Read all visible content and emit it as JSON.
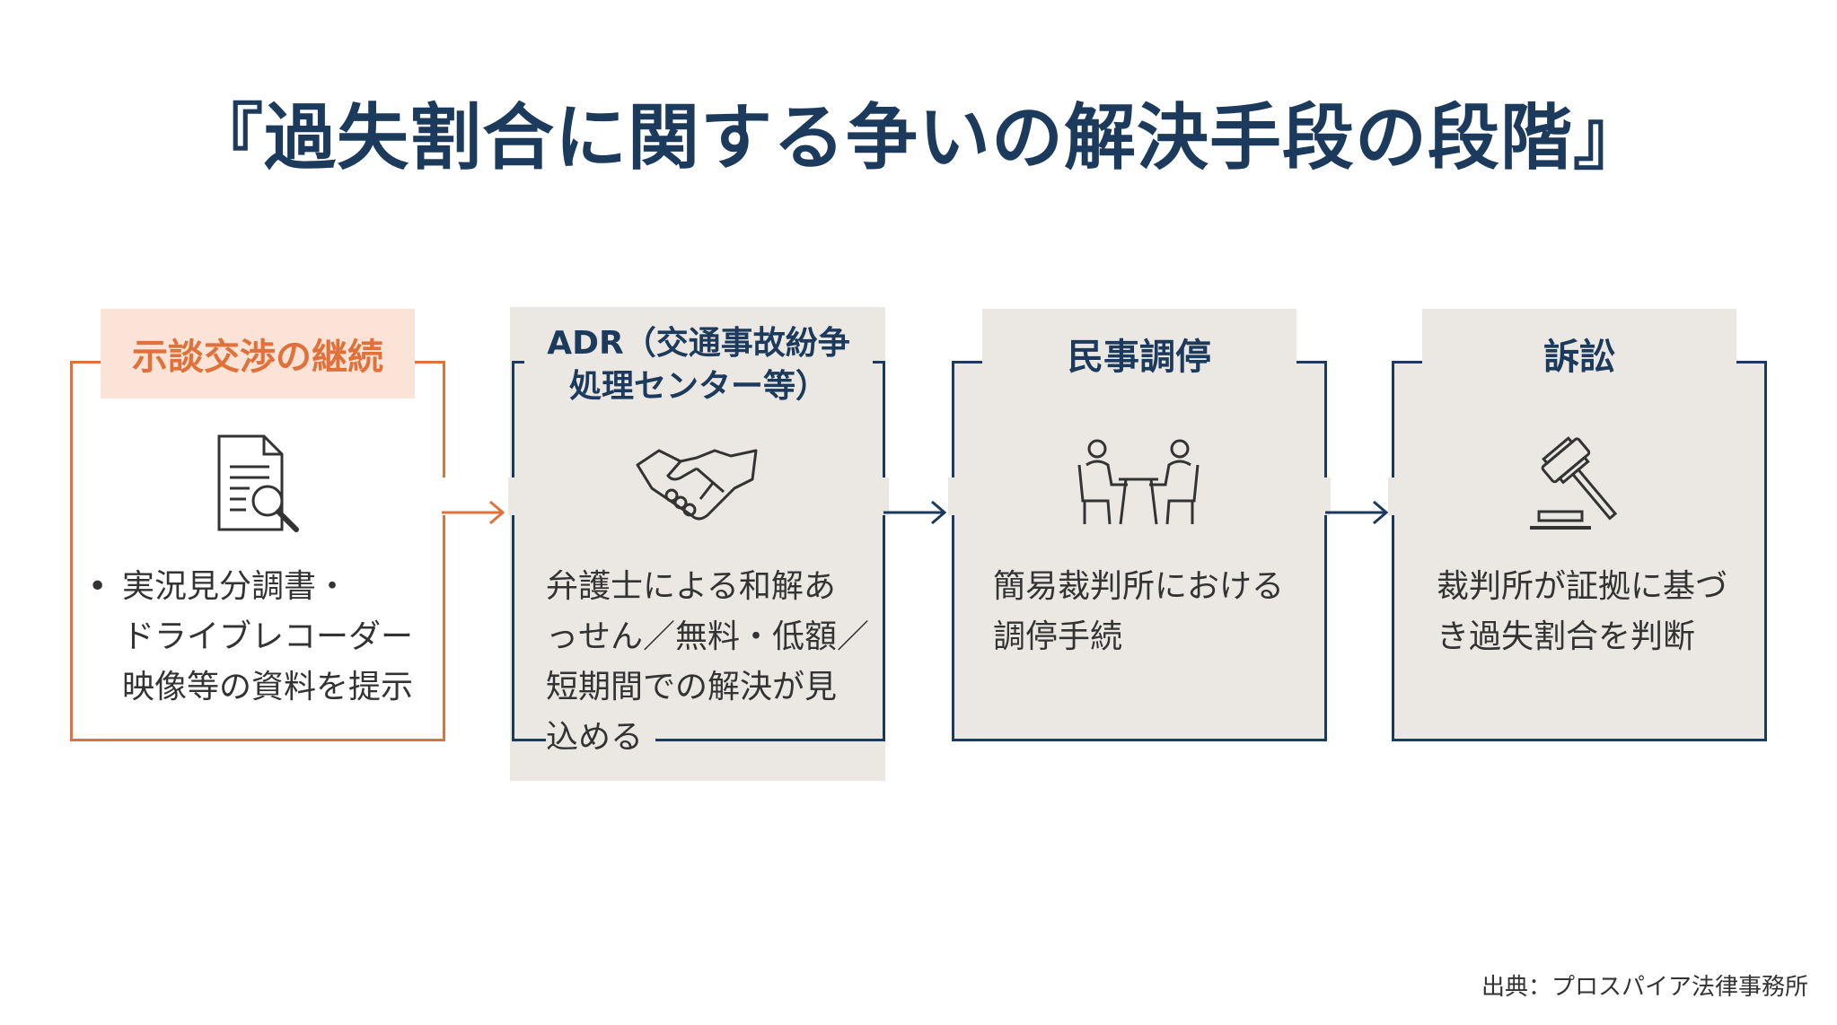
{
  "title": "『過失割合に関する争いの解決手段の段階』",
  "stages": [
    {
      "heading": "示談交渉の継続",
      "icon": "document-search-icon",
      "bullet": "•",
      "body_lines": [
        "実況見分調書・",
        "ドライブレコーダー",
        "映像等の資料を提示"
      ]
    },
    {
      "heading_lines": [
        "ADR（交通事故紛争",
        "処理センター等）"
      ],
      "icon": "handshake-icon",
      "body_lines": [
        "弁護士による和解あ",
        "っせん／無料・低額／",
        "短期間での解決が見",
        "込める"
      ]
    },
    {
      "heading": "民事調停",
      "icon": "meeting-icon",
      "body_lines": [
        "簡易裁判所における",
        "調停手続"
      ]
    },
    {
      "heading": "訴訟",
      "icon": "gavel-icon",
      "body_lines": [
        "裁判所が証拠に基づ",
        "き過失割合を判断"
      ]
    }
  ],
  "source": "出典：プロスパイア法律事務所",
  "colors": {
    "navy": "#1c3a5c",
    "orange": "#e0713a",
    "orange_light": "#fbe3d7",
    "panel": "#ebe8e4"
  }
}
